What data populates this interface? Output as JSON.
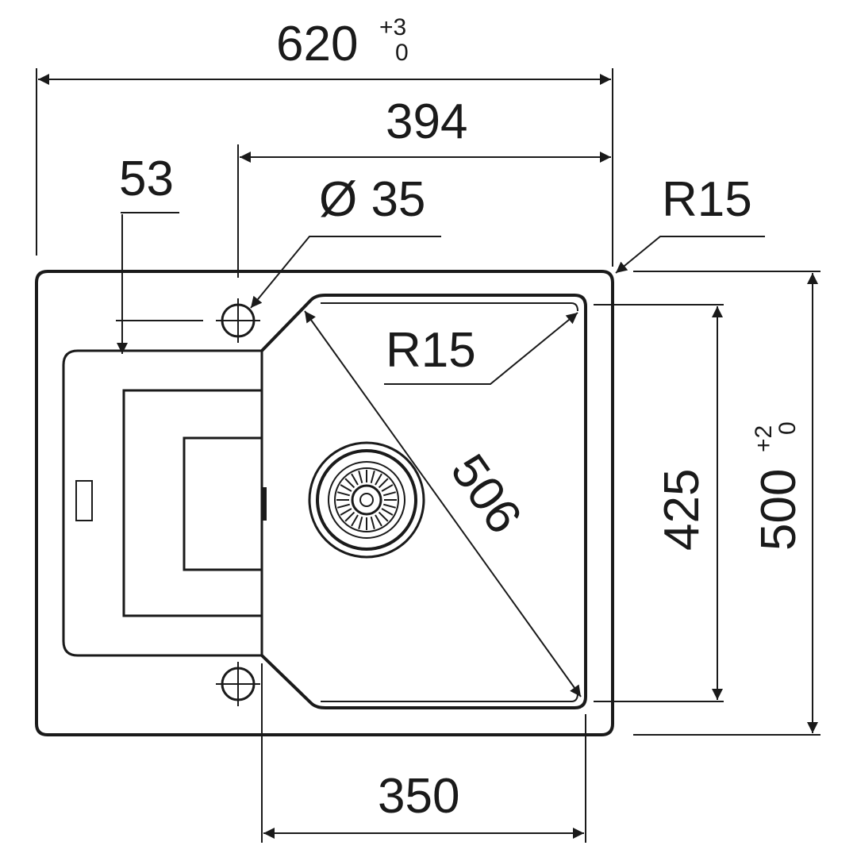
{
  "dimensions": {
    "overall_width": {
      "value": "620",
      "tol_upper": "+3",
      "tol_lower": "0"
    },
    "tap_to_edge": "394",
    "drainer_offset": "53",
    "tap_hole": "Ø 35",
    "outer_radius": "R15",
    "bowl_radius": "R15",
    "bowl_diagonal": "506",
    "bowl_height": "425",
    "overall_depth": {
      "value": "500",
      "tol_upper": "+2",
      "tol_lower": "0"
    },
    "bowl_width": "350"
  }
}
